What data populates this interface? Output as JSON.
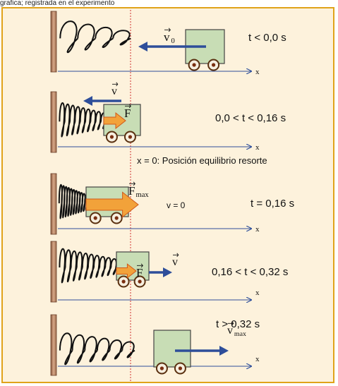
{
  "header": {
    "caption": "grafica; registrada en el experimento"
  },
  "colors": {
    "background": "#fdf2dc",
    "border": "#e0a31a",
    "cart_fill": "#c8ddb5",
    "blue_arrow": "#2e4e9a",
    "force_arrow": "#f2a23a",
    "equilibrium_line": "#d03030",
    "wall": "#c08a6a"
  },
  "equilibrium_label": "x = 0: Posición equilibrio resorte",
  "axis_label": "x",
  "panels": [
    {
      "time_label": "t < 0,0 s",
      "velocity_symbol": "v",
      "velocity_sub": "0",
      "force_symbol": "",
      "force_sub": "",
      "extra_label": ""
    },
    {
      "time_label": "0,0 < t < 0,16 s",
      "velocity_symbol": "v",
      "velocity_sub": "",
      "force_symbol": "F",
      "force_sub": "",
      "extra_label": ""
    },
    {
      "time_label": "t = 0,16 s",
      "velocity_symbol": "",
      "velocity_sub": "",
      "force_symbol": "F",
      "force_sub": "max",
      "extra_label": "v = 0"
    },
    {
      "time_label": "0,16 < t < 0,32 s",
      "velocity_symbol": "v",
      "velocity_sub": "",
      "force_symbol": "F",
      "force_sub": "",
      "extra_label": ""
    },
    {
      "time_label": "t > 0,32 s",
      "velocity_symbol": "v",
      "velocity_sub": "max",
      "force_symbol": "",
      "force_sub": "",
      "extra_label": ""
    }
  ]
}
